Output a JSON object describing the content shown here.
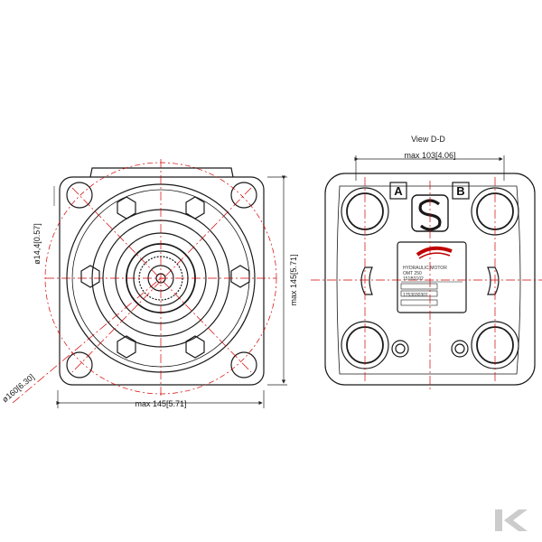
{
  "front_view": {
    "dim_width": "max  145[5.71]",
    "dim_height": "max  145[5.71]",
    "dim_hole": "ø14,4[0.57]",
    "dim_bolt_circle": "ø160[6.30]"
  },
  "side_view": {
    "title": "View  D-D",
    "dim_port_spacing": "max  103[4.06]",
    "port_a": "A",
    "port_b": "B",
    "nameplate": {
      "line1": "HYDRAULIC MOTOR",
      "line2": "OMT 250",
      "line3": "151B3102",
      "line4": "",
      "line5": "1753030301"
    }
  },
  "colors": {
    "line": "#1a1a1a",
    "dimension": "#222222",
    "centerline": "#d40000",
    "watermark": "#cccccc"
  },
  "logos": {
    "sauer_logo": "S",
    "danfoss_logo": "Danfoss",
    "watermark": "K"
  }
}
